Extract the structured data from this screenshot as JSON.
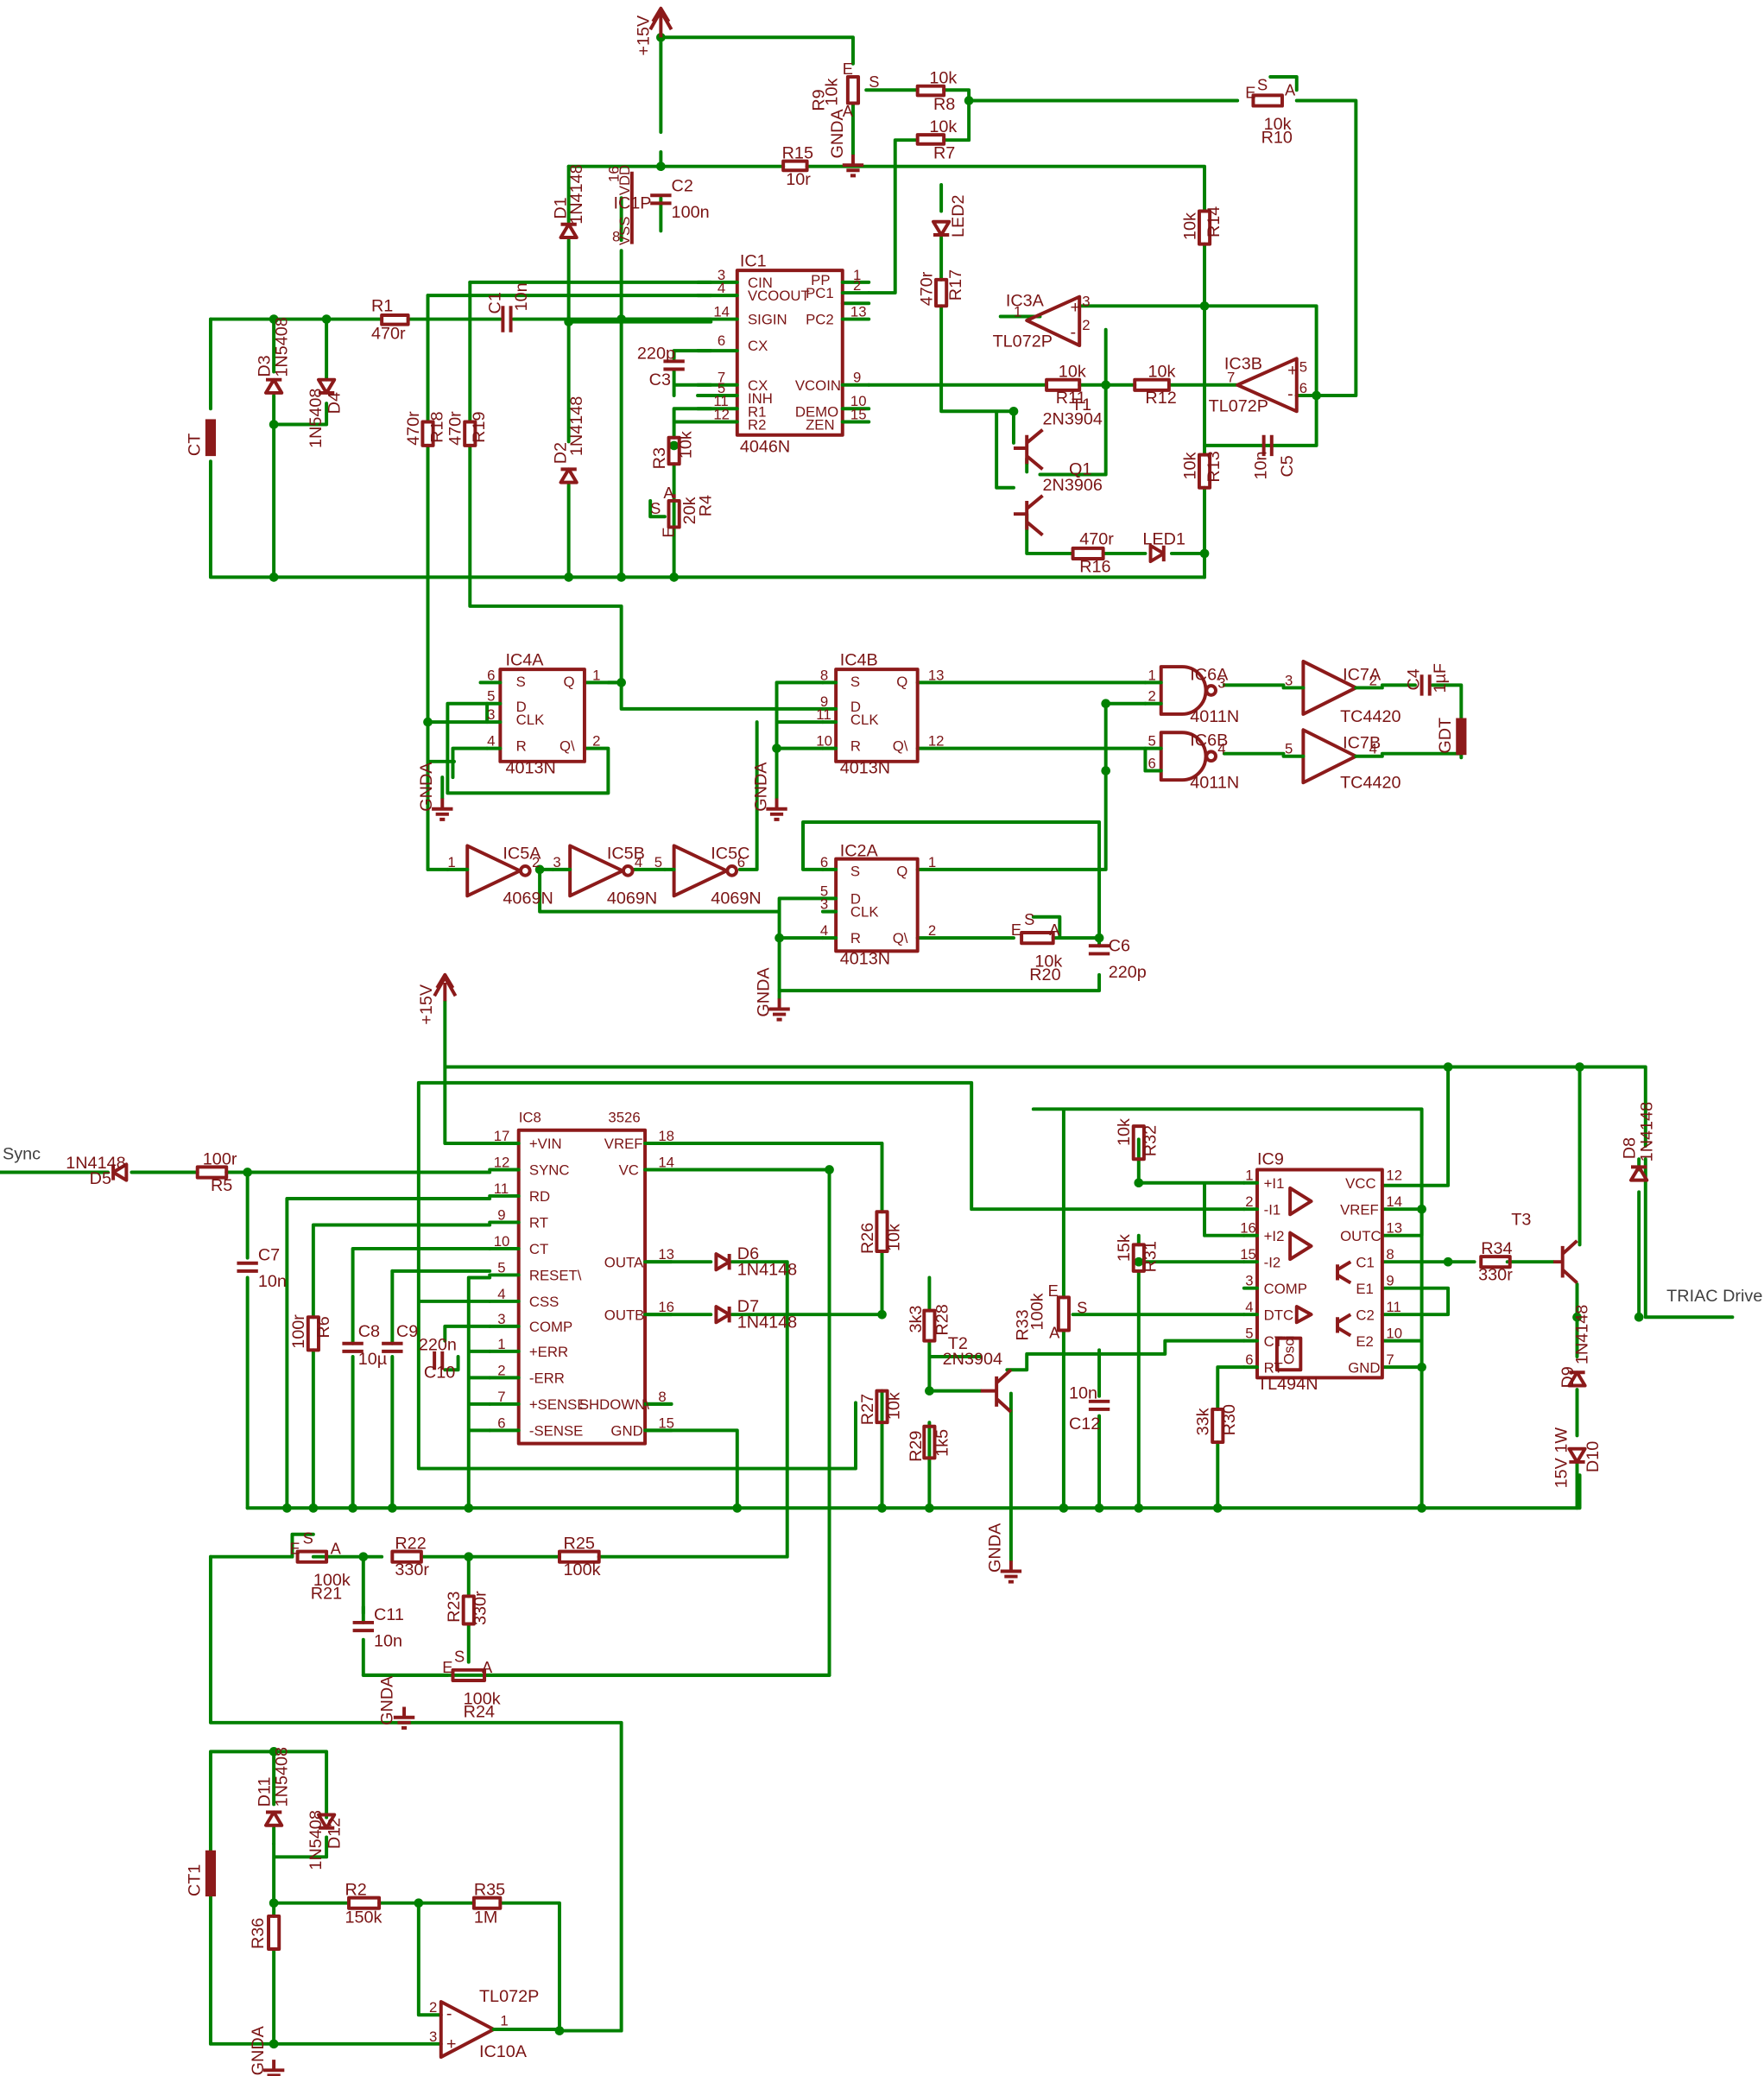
{
  "colors": {
    "wire": "#008000",
    "part": "#8c1a1a",
    "label": "#7a1414",
    "net": "#404040",
    "background": "#ffffff"
  },
  "supplies": {
    "p15_top": "+15V",
    "p15_bottom": "+15V",
    "gnda": "GNDA"
  },
  "nets": {
    "sync": "Sync",
    "triac": "TRIAC Drive"
  },
  "ics": [
    {
      "ref": "IC1",
      "part": "4046N",
      "pins_left": [
        [
          "3",
          "CIN"
        ],
        [
          "4",
          "VCOOUT"
        ],
        [
          "14",
          "SIGIN"
        ],
        [
          "6",
          "CX"
        ],
        [
          "7",
          "CX"
        ],
        [
          "5",
          "INH"
        ],
        [
          "11",
          "R1"
        ],
        [
          "12",
          "R2"
        ]
      ],
      "pins_right": [
        [
          "1",
          "PP"
        ],
        [
          "2",
          "PC1"
        ],
        [
          "13",
          "PC2"
        ],
        [
          "9",
          "VCOIN"
        ],
        [
          "10",
          "DEMO"
        ],
        [
          "15",
          "ZEN"
        ]
      ]
    },
    {
      "ref": "IC4A",
      "part": "4013N",
      "pins": [
        [
          "6",
          "S"
        ],
        [
          "5",
          "D"
        ],
        [
          "3",
          "CLK"
        ],
        [
          "4",
          "R"
        ],
        [
          "1",
          "Q"
        ],
        [
          "2",
          "Q\\"
        ]
      ]
    },
    {
      "ref": "IC4B",
      "part": "4013N",
      "pins": [
        [
          "8",
          "S"
        ],
        [
          "9",
          "D"
        ],
        [
          "11",
          "CLK"
        ],
        [
          "10",
          "R"
        ],
        [
          "13",
          "Q"
        ],
        [
          "12",
          "Q\\"
        ]
      ]
    },
    {
      "ref": "IC2A",
      "part": "4013N",
      "pins": [
        [
          "6",
          "S"
        ],
        [
          "5",
          "D"
        ],
        [
          "3",
          "CLK"
        ],
        [
          "4",
          "R"
        ],
        [
          "1",
          "Q"
        ],
        [
          "2",
          "Q\\"
        ]
      ]
    },
    {
      "ref": "IC8",
      "part": "3526",
      "pins_left": [
        [
          "17",
          "+VIN"
        ],
        [
          "12",
          "SYNC"
        ],
        [
          "11",
          "RD"
        ],
        [
          "9",
          "RT"
        ],
        [
          "10",
          "CT"
        ],
        [
          "5",
          "RESET\\"
        ],
        [
          "4",
          "CSS"
        ],
        [
          "3",
          "COMP"
        ],
        [
          "1",
          "+ERR"
        ],
        [
          "2",
          "-ERR"
        ],
        [
          "7",
          "+SENSE"
        ],
        [
          "6",
          "-SENSE"
        ]
      ],
      "pins_right": [
        [
          "18",
          "VREF"
        ],
        [
          "14",
          "VC"
        ],
        [
          "13",
          "OUTA"
        ],
        [
          "16",
          "OUTB"
        ],
        [
          "8",
          "SHDOWN\\"
        ],
        [
          "15",
          "GND"
        ]
      ]
    },
    {
      "ref": "IC9",
      "part": "TL494N",
      "pins_left": [
        [
          "1",
          "+I1"
        ],
        [
          "2",
          "-I1"
        ],
        [
          "16",
          "+I2"
        ],
        [
          "15",
          "-I2"
        ],
        [
          "3",
          "COMP"
        ],
        [
          "4",
          "DTC"
        ],
        [
          "5",
          "CT"
        ],
        [
          "6",
          "RT"
        ]
      ],
      "pins_right": [
        [
          "12",
          "VCC"
        ],
        [
          "14",
          "VREF"
        ],
        [
          "13",
          "OUTC"
        ],
        [
          "8",
          "C1"
        ],
        [
          "9",
          "E1"
        ],
        [
          "11",
          "C2"
        ],
        [
          "10",
          "E2"
        ],
        [
          "7",
          "GND"
        ]
      ],
      "osc": "Osci"
    }
  ],
  "power_pin": {
    "ref": "IC1P",
    "vdd": "VDD",
    "vss": "VSS",
    "pin_vdd": "16",
    "pin_vss": "8"
  },
  "gates": {
    "IC6A": {
      "ref": "IC6A",
      "part": "4011N",
      "p1": "1",
      "p2": "2",
      "p3": "3"
    },
    "IC6B": {
      "ref": "IC6B",
      "part": "4011N",
      "p1": "5",
      "p2": "6",
      "p3": "4"
    },
    "IC7A": {
      "ref": "IC7A",
      "part": "TC4420",
      "pin_in": "3",
      "pin_out": "2"
    },
    "IC7B": {
      "ref": "IC7B",
      "part": "TC4420",
      "pin_in": "5",
      "pin_out": "4"
    },
    "IC5A": {
      "ref": "IC5A",
      "part": "4069N",
      "pin_in": "1",
      "pin_out": "2"
    },
    "IC5B": {
      "ref": "IC5B",
      "part": "4069N",
      "pin_in": "3",
      "pin_out": "4"
    },
    "IC5C": {
      "ref": "IC5C",
      "part": "4069N",
      "pin_in": "5",
      "pin_out": "6"
    },
    "IC3A": {
      "ref": "IC3A",
      "part": "TL072P",
      "pin_plus": "3",
      "pin_minus": "2",
      "pin_out": "1"
    },
    "IC3B": {
      "ref": "IC3B",
      "part": "TL072P",
      "pin_plus": "5",
      "pin_minus": "6",
      "pin_out": "7"
    },
    "IC10A": {
      "ref": "IC10A",
      "part": "TL072P",
      "pin_plus": "3",
      "pin_minus": "2",
      "pin_out": "1"
    }
  },
  "parts": {
    "R1": {
      "ref": "R1",
      "value": "470r"
    },
    "R2": {
      "ref": "R2",
      "value": "150k"
    },
    "R3": {
      "ref": "R3",
      "value": "10k"
    },
    "R4": {
      "ref": "R4",
      "value": "20k"
    },
    "R5": {
      "ref": "R5",
      "value": "100r"
    },
    "R6": {
      "ref": "R6",
      "value": "100r"
    },
    "R7": {
      "ref": "R7",
      "value": "10k"
    },
    "R8": {
      "ref": "R8",
      "value": "10k"
    },
    "R9": {
      "ref": "R9",
      "value": "10k"
    },
    "R10": {
      "ref": "R10",
      "value": "10k"
    },
    "R11": {
      "ref": "R11",
      "value": "10k"
    },
    "R12": {
      "ref": "R12",
      "value": "10k"
    },
    "R13": {
      "ref": "R13",
      "value": "10k"
    },
    "R14": {
      "ref": "R14",
      "value": "10k"
    },
    "R15": {
      "ref": "R15",
      "value": "10r"
    },
    "R16": {
      "ref": "R16",
      "value": "470r"
    },
    "R17": {
      "ref": "R17",
      "value": "470r"
    },
    "R18": {
      "ref": "R18",
      "value": "470r"
    },
    "R19": {
      "ref": "R19",
      "value": "470r"
    },
    "R20": {
      "ref": "R20",
      "value": "10k"
    },
    "R21": {
      "ref": "R21",
      "value": "100k"
    },
    "R22": {
      "ref": "R22",
      "value": "330r"
    },
    "R23": {
      "ref": "R23",
      "value": "330r"
    },
    "R24": {
      "ref": "R24",
      "value": "100k"
    },
    "R25": {
      "ref": "R25",
      "value": "100k"
    },
    "R26": {
      "ref": "R26",
      "value": "10k"
    },
    "R27": {
      "ref": "R27",
      "value": "10k"
    },
    "R28": {
      "ref": "R28",
      "value": "3k3"
    },
    "R29": {
      "ref": "R29",
      "value": "1k5"
    },
    "R30": {
      "ref": "R30",
      "value": "33k"
    },
    "R31": {
      "ref": "R31",
      "value": "15k"
    },
    "R32": {
      "ref": "R32",
      "value": "10k"
    },
    "R33": {
      "ref": "R33",
      "value": "100k"
    },
    "R34": {
      "ref": "R34",
      "value": "330r"
    },
    "R35": {
      "ref": "R35",
      "value": "1M"
    },
    "R36": {
      "ref": "R36",
      "value": ""
    },
    "C1": {
      "ref": "C1",
      "value": "10n"
    },
    "C2": {
      "ref": "C2",
      "value": "100n"
    },
    "C3": {
      "ref": "C3",
      "value": "220p"
    },
    "C4": {
      "ref": "C4",
      "value": "1µF"
    },
    "C5": {
      "ref": "C5",
      "value": "10n"
    },
    "C6": {
      "ref": "C6",
      "value": "220p"
    },
    "C7": {
      "ref": "C7",
      "value": "10n"
    },
    "C8": {
      "ref": "C8",
      "value": "10µ"
    },
    "C9": {
      "ref": "C9",
      "value": ""
    },
    "C10": {
      "ref": "C10",
      "value": "220n"
    },
    "C11": {
      "ref": "C11",
      "value": "10n"
    },
    "C12": {
      "ref": "C12",
      "value": "10n"
    },
    "D1": {
      "ref": "D1",
      "value": "1N4148"
    },
    "D2": {
      "ref": "D2",
      "value": "1N4148"
    },
    "D3": {
      "ref": "D3",
      "value": "1N5408"
    },
    "D4": {
      "ref": "D4",
      "value": "1N5408"
    },
    "D5": {
      "ref": "D5",
      "value": "1N4148"
    },
    "D6": {
      "ref": "D6",
      "value": "1N4148"
    },
    "D7": {
      "ref": "D7",
      "value": "1N4148"
    },
    "D8": {
      "ref": "D8",
      "value": "1N4148"
    },
    "D9": {
      "ref": "D9",
      "value": "1N4148"
    },
    "D10": {
      "ref": "D10",
      "value": "15V 1W"
    },
    "D11": {
      "ref": "D11",
      "value": "1N5408"
    },
    "D12": {
      "ref": "D12",
      "value": "1N5408"
    },
    "LED1": {
      "ref": "LED1",
      "value": ""
    },
    "LED2": {
      "ref": "LED2",
      "value": ""
    },
    "T1": {
      "ref": "T1",
      "value": "2N3904"
    },
    "Q1": {
      "ref": "Q1",
      "value": "2N3906"
    },
    "T2": {
      "ref": "T2",
      "value": "2N3904"
    },
    "T3": {
      "ref": "T3",
      "value": ""
    },
    "CT": {
      "ref": "CT",
      "value": ""
    },
    "CT1": {
      "ref": "CT1",
      "value": ""
    },
    "GDT": {
      "ref": "GDT",
      "value": ""
    }
  },
  "pot_letters": {
    "a": "A",
    "e": "E",
    "s": "S"
  },
  "misc_pins": {
    "ic8_p8": "8"
  }
}
